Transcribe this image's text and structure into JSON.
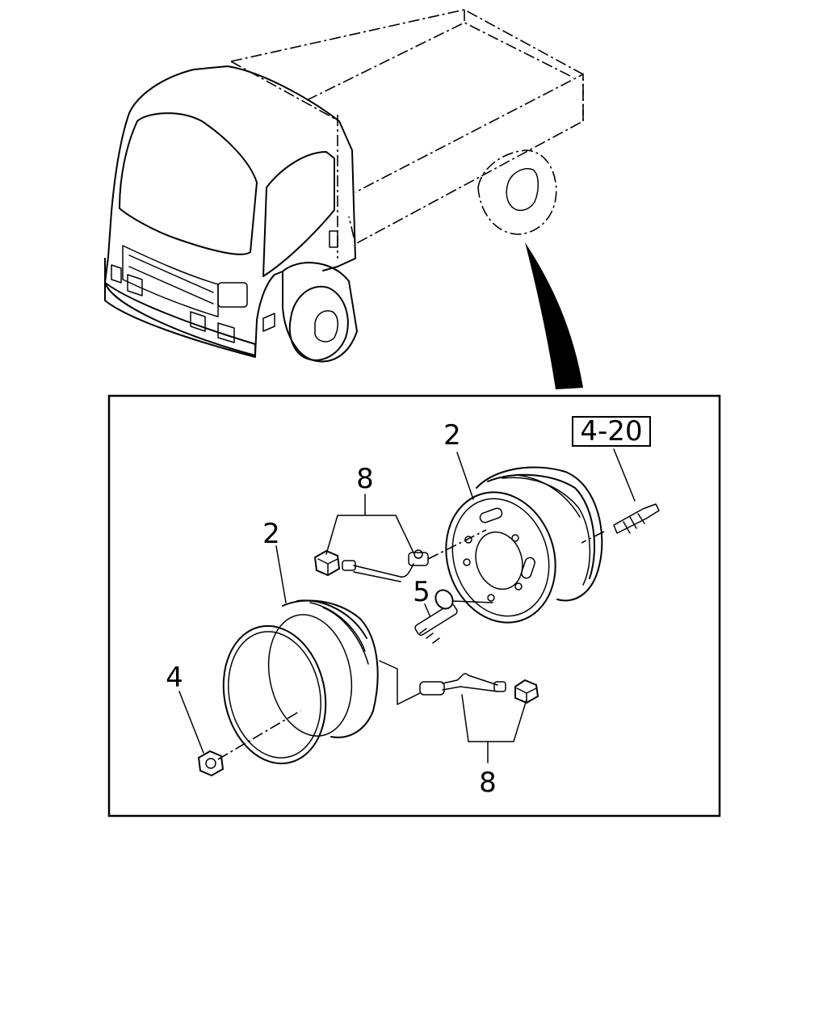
{
  "diagram": {
    "callouts": {
      "rim_rear": "2",
      "rim_front": "2",
      "hose_upper": "8",
      "hose_lower": "8",
      "stud": "5",
      "nut": "4",
      "reference": "4-20"
    }
  }
}
